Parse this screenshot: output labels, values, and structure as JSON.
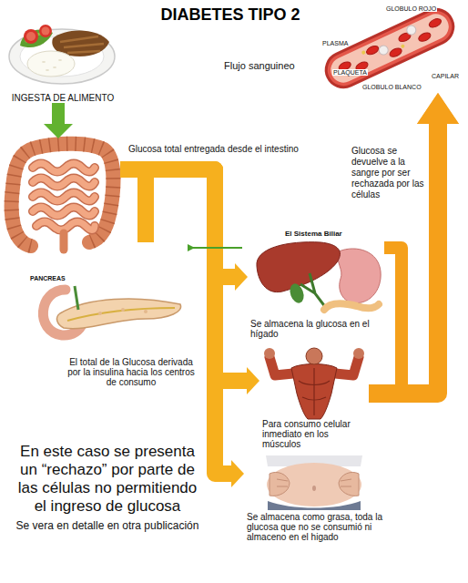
{
  "diagram": {
    "title": "DIABETES TIPO 2",
    "nodes": [
      {
        "text": [
          "INGESTA DE ALIMENTO"
        ]
      },
      {
        "text": [
          "PLASMA",
          "GLOBULO ROJO",
          "CAPILAR",
          "GLOBULO BLANCO",
          "PLAQUETA"
        ]
      },
      {
        "text": [
          "Glucosa total entregada desde el intestino"
        ]
      },
      {
        "text": [
          "El Sistema Biliar",
          "Se almacena la glucosa en el hígado"
        ]
      },
      {
        "text": [
          "PANCREAS"
        ]
      },
      {
        "text": [
          "Para consumo celular inmediato en los músculos"
        ]
      },
      {
        "text": [
          "Se almacena como grasa, toda la glucosa que no se consumió ni almaceno en el higado"
        ]
      }
    ],
    "edges": [
      {
        "from": 0,
        "to": 2,
        "arrow": "to"
      },
      {
        "from": 2,
        "to": 3,
        "arrow": "to"
      },
      {
        "from": 2,
        "to": 5,
        "arrow": "to"
      },
      {
        "from": 2,
        "to": 6,
        "arrow": "to"
      },
      {
        "from": 3,
        "to": 1,
        "arrow": "to"
      },
      {
        "from": 5,
        "to": 1,
        "arrow": "to",
        "label": "Glucosa se devuelve a la sangre por ser rechazada por las células"
      }
    ],
    "labels": [
      "Flujo sanguineo",
      "El total de la Glucosa derivada por la insulina hacia los centros de consumo",
      "En este caso se presenta un “rechazo” por parte de las células no permitiendo el ingreso de glucosa",
      "Se vera en detalle en otra publicación"
    ]
  }
}
